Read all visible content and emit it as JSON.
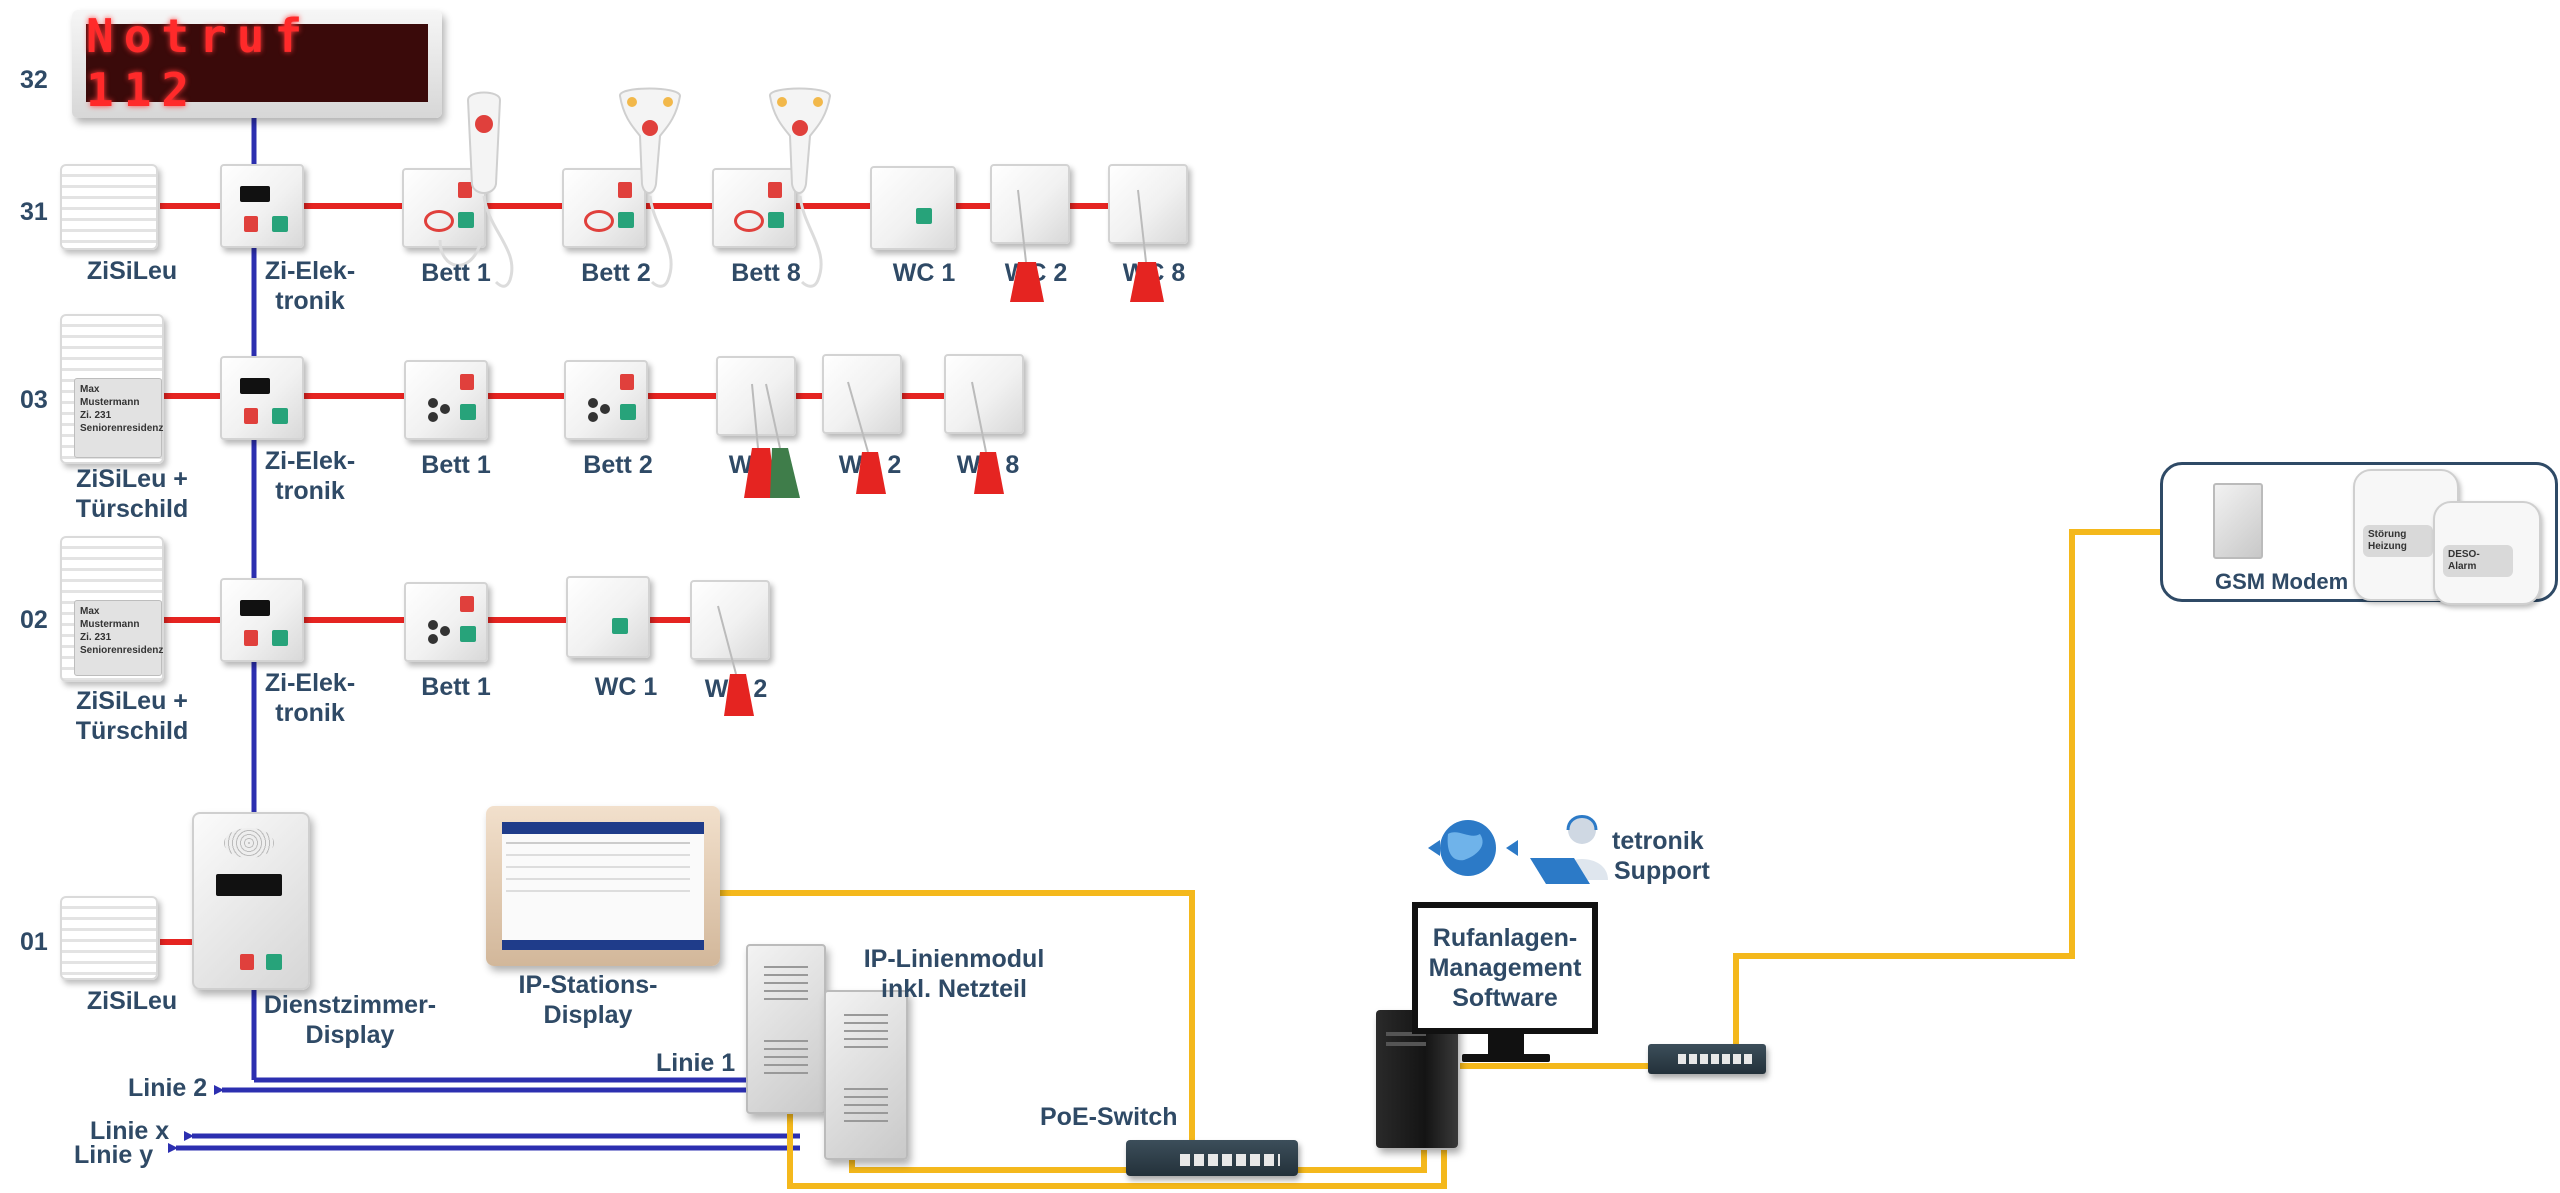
{
  "banner": {
    "text": "Notruf 112"
  },
  "rows": {
    "r32": "32",
    "r31": "31",
    "r03": "03",
    "r02": "02",
    "r01": "01"
  },
  "row31": {
    "zisileu": "ZiSiLeu",
    "zi_elek_1": "Zi-Elek-",
    "zi_elek_2": "tronik",
    "bett1": "Bett 1",
    "bett2": "Bett 2",
    "bett8": "Bett 8",
    "wc1": "WC 1",
    "wc2": "WC 2",
    "wc8": "WC 8"
  },
  "row03": {
    "zisileu_1": "ZiSiLeu +",
    "zisileu_2": "Türschild",
    "zi_elek_1": "Zi-Elek-",
    "zi_elek_2": "tronik",
    "bett1": "Bett 1",
    "bett2": "Bett 2",
    "wc1": "WC 1",
    "wc2": "WC 2",
    "wc8": "WC 8"
  },
  "row02": {
    "zisileu_1": "ZiSiLeu +",
    "zisileu_2": "Türschild",
    "zi_elek_1": "Zi-Elek-",
    "zi_elek_2": "tronik",
    "bett1": "Bett 1",
    "wc1": "WC 1",
    "wc2": "WC 2"
  },
  "doorplate": {
    "line1": "Max",
    "line2": "Mustermann",
    "line3": "Zi. 231",
    "line4": "Seniorenresidenz"
  },
  "row01": {
    "zisileu": "ZiSiLeu",
    "dienst_1": "Dienstzimmer-",
    "dienst_2": "Display"
  },
  "ip_station": {
    "line1": "IP-Stations-",
    "line2": "Display"
  },
  "ip_modul": {
    "line1": "IP-Linienmodul",
    "line2": "inkl. Netzteil"
  },
  "lines": {
    "linie1": "Linie 1",
    "linie2": "Linie 2",
    "liniex": "Linie x",
    "liniey": "Linie y"
  },
  "poe": "PoE-Switch",
  "software": {
    "line1": "Rufanlagen-",
    "line2": "Management",
    "line3": "Software"
  },
  "support": {
    "line1": "tetronik",
    "line2": "Support"
  },
  "gsm": {
    "label": "GSM Modem",
    "msg1_1": "Störung",
    "msg1_2": "Heizung",
    "msg2_1": "DESO-",
    "msg2_2": "Alarm"
  },
  "colors": {
    "bus_red": "#e52421",
    "bus_blue": "#2c2fb0",
    "ethernet_yellow": "#f4b81c",
    "label_navy": "#2f4a66"
  }
}
